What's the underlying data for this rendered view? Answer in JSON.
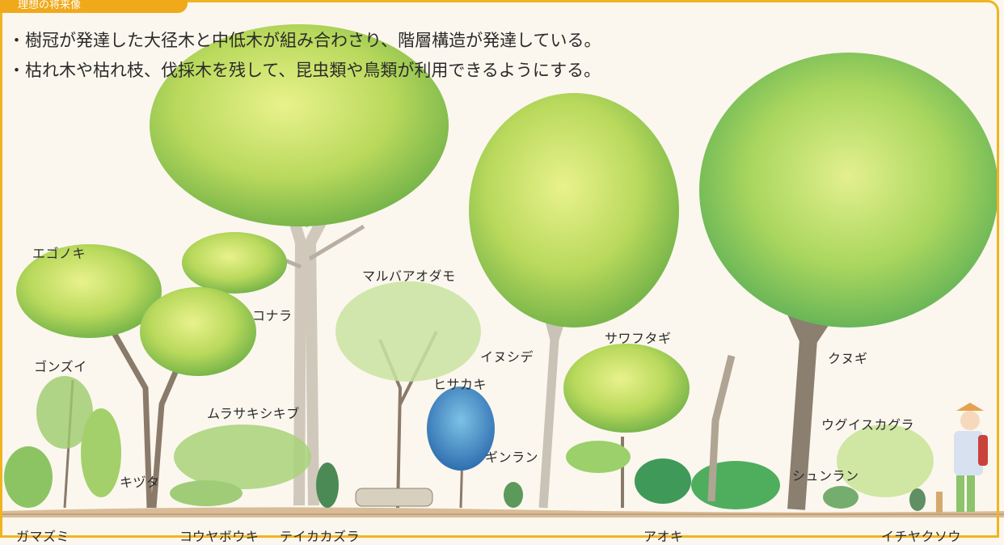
{
  "header": {
    "title": "理想の将来像"
  },
  "bullets": [
    "・樹冠が発達した大径木と中低木が組み合わさり、階層構造が発達している。",
    "・枯れ木や枯れ枝、伐採木を残して、昆虫類や鳥類が利用できるようにする。"
  ],
  "labels": {
    "egonoki": "エゴノキ",
    "konara": "コナラ",
    "marubaaodamo": "マルバアオダモ",
    "inushide": "イヌシデ",
    "sawafutagi": "サワフタギ",
    "kunugi": "クヌギ",
    "gonzui": "ゴンズイ",
    "hisakaki": "ヒサカキ",
    "murasakishikibu": "ムラサキシキブ",
    "kizuta": "キヅタ",
    "ginran": "ギンラン",
    "uguisukagura": "ウグイスカグラ",
    "shunran": "シュンラン",
    "gamazumi": "ガマズミ",
    "kouyabouki": "コウヤボウキ",
    "teikakazura": "テイカカズラ",
    "aoki": "アオキ",
    "ichiyakusou": "イチヤクソウ"
  },
  "colors": {
    "frame": "#f0b41f",
    "canopy": "#b7d85a",
    "canopy_dark": "#7fbf4a",
    "hisakaki": "#3f86c2",
    "trunk": "#d6d0c4",
    "ground": "#d8b995"
  }
}
